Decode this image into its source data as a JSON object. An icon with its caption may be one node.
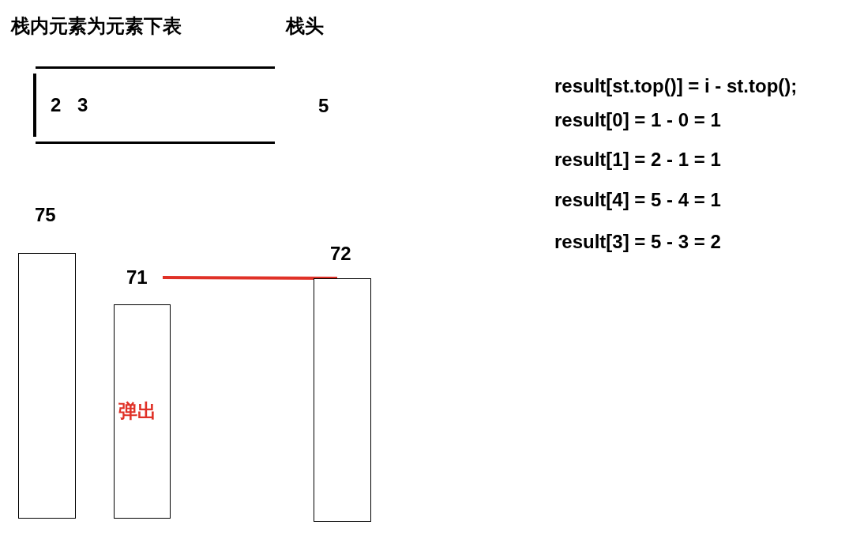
{
  "diagram": {
    "nodes": [
      {
        "text": [
          "2 3"
        ]
      },
      {
        "text": [],
        "shape": "bar"
      },
      {
        "text": [
          "71"
        ]
      },
      {
        "text": [
          "弹出"
        ]
      },
      {
        "text": [],
        "shape": "bar"
      }
    ],
    "edges": [
      {
        "from": 2,
        "to": 4,
        "arrow": "none",
        "color": "#e03127"
      }
    ],
    "labels": [
      "栈内元素为元素下表",
      "栈头",
      "5",
      "75",
      "72",
      "result[st.top()] = i - st.top();",
      "result[0] = 1 - 0 = 1",
      "result[1] = 2 - 1 = 1",
      "result[4] = 5 - 4 = 1",
      "result[3] = 5 - 3 = 2"
    ]
  }
}
